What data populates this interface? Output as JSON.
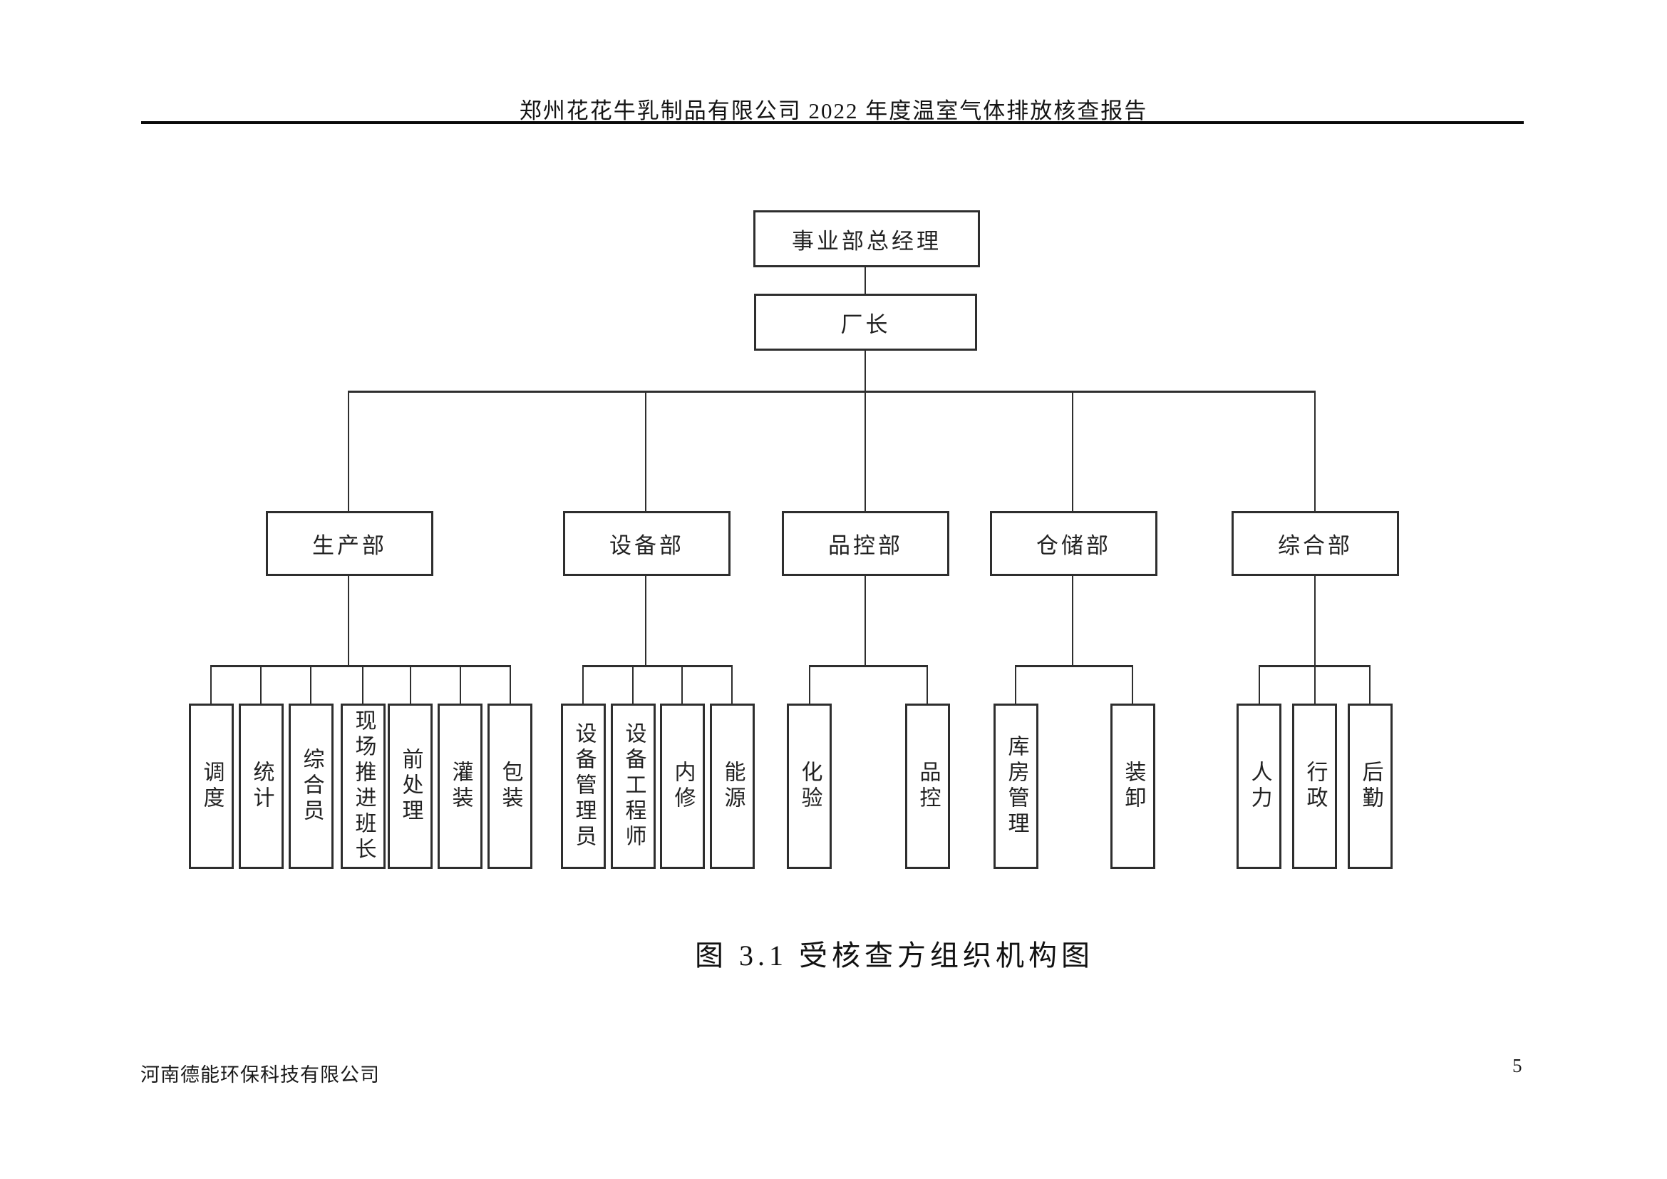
{
  "header": {
    "title": "郑州花花牛乳制品有限公司 2022 年度温室气体排放核查报告"
  },
  "chart": {
    "type": "org-chart",
    "root": {
      "label": "事业部总经理"
    },
    "factory_director": {
      "label": "厂长"
    },
    "departments": [
      {
        "label": "生产部",
        "children": [
          {
            "label": "调度"
          },
          {
            "label": "统计"
          },
          {
            "label": "综合员"
          },
          {
            "label": "现场推进班长"
          },
          {
            "label": "前处理"
          },
          {
            "label": "灌装"
          },
          {
            "label": "包装"
          }
        ]
      },
      {
        "label": "设备部",
        "children": [
          {
            "label": "设备管理员"
          },
          {
            "label": "设备工程师"
          },
          {
            "label": "内修"
          },
          {
            "label": "能源"
          }
        ]
      },
      {
        "label": "品控部",
        "children": [
          {
            "label": "化验"
          },
          {
            "label": "品控"
          }
        ]
      },
      {
        "label": "仓储部",
        "children": [
          {
            "label": "库房管理"
          },
          {
            "label": "装卸"
          }
        ]
      },
      {
        "label": "综合部",
        "children": [
          {
            "label": "人力"
          },
          {
            "label": "行政"
          },
          {
            "label": "后勤"
          }
        ]
      }
    ]
  },
  "caption": {
    "text": "图 3.1  受核查方组织机构图"
  },
  "footer": {
    "company": "河南德能环保科技有限公司",
    "page_number": "5"
  },
  "colors": {
    "ink": "#1c1c1c",
    "line": "#2e2e2e",
    "background": "#ffffff"
  }
}
